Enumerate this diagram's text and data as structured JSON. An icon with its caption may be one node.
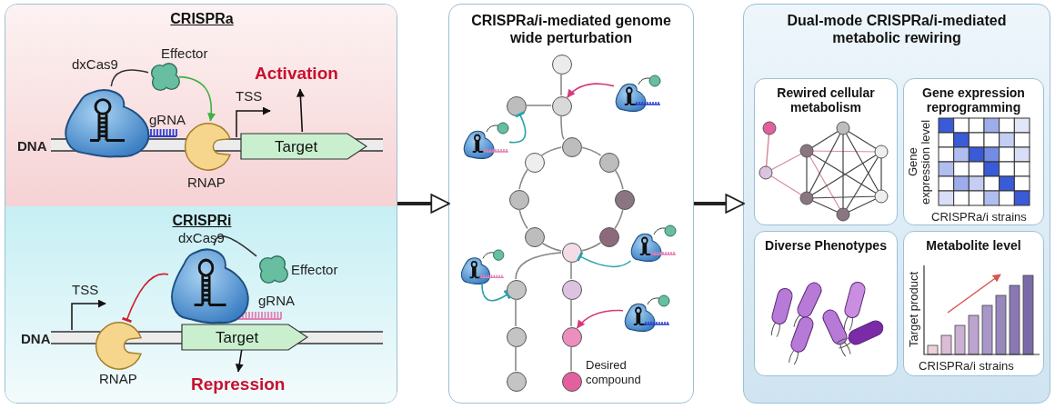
{
  "diagram": {
    "nodes": [
      {
        "text": [],
        "shape": "box"
      },
      {
        "text": [
          "CRISPRa"
        ],
        "in": 0
      },
      {
        "text": [],
        "shape": "picture",
        "beside": [
          "dxCas9"
        ],
        "in": 1
      },
      {
        "text": [],
        "shape": "picture",
        "beside": [
          "Effector"
        ],
        "in": 1
      },
      {
        "text": [],
        "shape": "picture",
        "beside": [
          "RNAP"
        ],
        "in": 1
      },
      {
        "text": [
          "Target"
        ],
        "in": 1
      },
      {
        "text": [
          "CRISPRi"
        ],
        "in": 0
      },
      {
        "text": [],
        "shape": "picture",
        "beside": [
          "dxCas9"
        ],
        "in": 6
      },
      {
        "text": [],
        "shape": "picture",
        "beside": [
          "Effector"
        ],
        "in": 6
      },
      {
        "text": [],
        "shape": "picture",
        "beside": [
          "RNAP"
        ],
        "in": 6
      },
      {
        "text": [
          "Target"
        ],
        "in": 6
      },
      {
        "text": [
          "CRISPRa/i-mediated genome wide perturbation"
        ]
      },
      {
        "text": [],
        "shape": "circle",
        "in": 11
      },
      {
        "text": [],
        "shape": "circle",
        "in": 11
      },
      {
        "text": [],
        "shape": "circle",
        "in": 11
      },
      {
        "text": [],
        "shape": "circle",
        "in": 11
      },
      {
        "text": [],
        "shape": "circle",
        "in": 11
      },
      {
        "text": [],
        "shape": "circle",
        "in": 11
      },
      {
        "text": [],
        "shape": "circle",
        "in": 11
      },
      {
        "text": [],
        "shape": "circle",
        "in": 11
      },
      {
        "text": [],
        "shape": "circle",
        "in": 11
      },
      {
        "text": [],
        "shape": "circle",
        "in": 11
      },
      {
        "text": [],
        "shape": "circle",
        "in": 11
      },
      {
        "text": [],
        "shape": "circle",
        "in": 11
      },
      {
        "text": [],
        "shape": "circle",
        "in": 11
      },
      {
        "text": [],
        "shape": "circle",
        "in": 11
      },
      {
        "text": [],
        "shape": "circle",
        "in": 11
      },
      {
        "text": [],
        "shape": "circle",
        "in": 11
      },
      {
        "text": [],
        "shape": "circle",
        "beside": [
          "Desired compound"
        ],
        "in": 11
      },
      {
        "text": [],
        "shape": "picture",
        "in": 11
      },
      {
        "text": [],
        "shape": "picture",
        "in": 11
      },
      {
        "text": [],
        "shape": "picture",
        "in": 11
      },
      {
        "text": [],
        "shape": "picture",
        "in": 11
      },
      {
        "text": [],
        "shape": "picture",
        "in": 11
      },
      {
        "text": [
          "Dual-mode CRISPRa/i-mediated metabolic rewiring"
        ]
      },
      {
        "text": [
          "Rewired cellular metabolism"
        ],
        "in": 34
      },
      {
        "text": [
          "Gene expression reprogramming"
        ],
        "in": 34
      },
      {
        "text": [
          "Diverse Phenotypes"
        ],
        "in": 34
      },
      {
        "text": [
          "Metabolite level"
        ],
        "in": 34
      }
    ],
    "edges": [
      {
        "from": 0,
        "to": 11,
        "arrow": "to",
        "style": "thick",
        "color": "#222222"
      },
      {
        "from": 11,
        "to": 34,
        "arrow": "to",
        "style": "thick",
        "color": "#222222"
      },
      {
        "from": 2,
        "to": 3,
        "arrow": "none",
        "color": "#333333"
      },
      {
        "from": 3,
        "to": 4,
        "arrow": "to",
        "color": "#3cb043"
      },
      {
        "from": 5,
        "to": null,
        "arrow": "to",
        "label": "Activation",
        "color": "#111111"
      },
      {
        "from": 7,
        "to": 8,
        "arrow": "none",
        "color": "#333333"
      },
      {
        "from": 7,
        "to": 9,
        "arrow": "other",
        "color": "#d0202e"
      },
      {
        "from": 10,
        "to": null,
        "arrow": "to",
        "label": "Repression",
        "color": "#111111"
      },
      {
        "from": 12,
        "to": 14,
        "arrow": "none"
      },
      {
        "from": 13,
        "to": 14,
        "arrow": "none"
      },
      {
        "from": 14,
        "to": 15,
        "arrow": "none"
      },
      {
        "from": 15,
        "to": 16,
        "arrow": "none"
      },
      {
        "from": 16,
        "to": 18,
        "arrow": "none"
      },
      {
        "from": 18,
        "to": 20,
        "arrow": "none"
      },
      {
        "from": 20,
        "to": 22,
        "arrow": "none"
      },
      {
        "from": 22,
        "to": 21,
        "arrow": "none"
      },
      {
        "from": 21,
        "to": 19,
        "arrow": "none"
      },
      {
        "from": 19,
        "to": 17,
        "arrow": "none"
      },
      {
        "from": 17,
        "to": 15,
        "arrow": "none"
      },
      {
        "from": 22,
        "to": 23,
        "arrow": "none"
      },
      {
        "from": 23,
        "to": 25,
        "arrow": "none"
      },
      {
        "from": 25,
        "to": 27,
        "arrow": "none"
      },
      {
        "from": 22,
        "to": 24,
        "arrow": "none"
      },
      {
        "from": 24,
        "to": 26,
        "arrow": "none"
      },
      {
        "from": 26,
        "to": 28,
        "arrow": "none"
      },
      {
        "from": 29,
        "to": 14,
        "arrow": "to",
        "color": "#d63a7a"
      },
      {
        "from": 30,
        "to": 13,
        "arrow": "other",
        "color": "#2aa3a8"
      },
      {
        "from": 31,
        "to": 22,
        "arrow": "other",
        "color": "#2aa3a8"
      },
      {
        "from": 32,
        "to": 23,
        "arrow": "other",
        "color": "#2aa3a8"
      },
      {
        "from": 33,
        "to": 26,
        "arrow": "to",
        "color": "#d63a7a"
      }
    ],
    "labels": [
      "TSS",
      "gRNA",
      "DNA",
      "TSS",
      "gRNA",
      "DNA",
      "Gene expression level",
      "CRISPRa/i strains",
      "Target product",
      "CRISPRa/i strains"
    ]
  }
}
